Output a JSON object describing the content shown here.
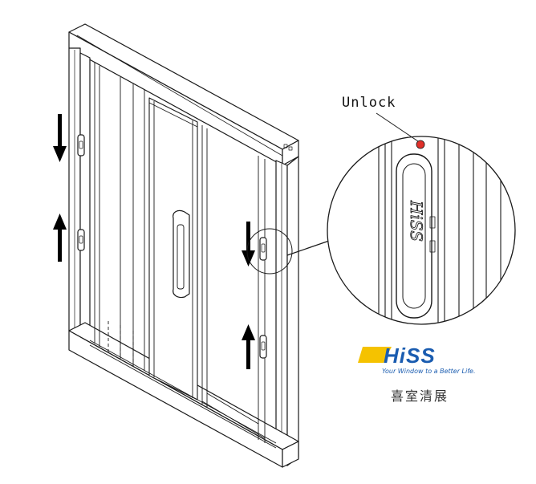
{
  "callout": {
    "label": "Unlock"
  },
  "brand": {
    "name": "HiSS",
    "tagline": "Your Window to a Better Life.",
    "chinese_name": "喜室清展",
    "colors": {
      "blue": "#1a5cb0",
      "yellow": "#f5c200",
      "indicator_red": "#e0302a"
    }
  },
  "arrows": [
    {
      "direction": "down",
      "name": "left-stile-down-arrow"
    },
    {
      "direction": "up",
      "name": "left-stile-up-arrow"
    },
    {
      "direction": "down",
      "name": "right-stile-down-arrow"
    },
    {
      "direction": "up",
      "name": "right-stile-up-arrow"
    }
  ]
}
